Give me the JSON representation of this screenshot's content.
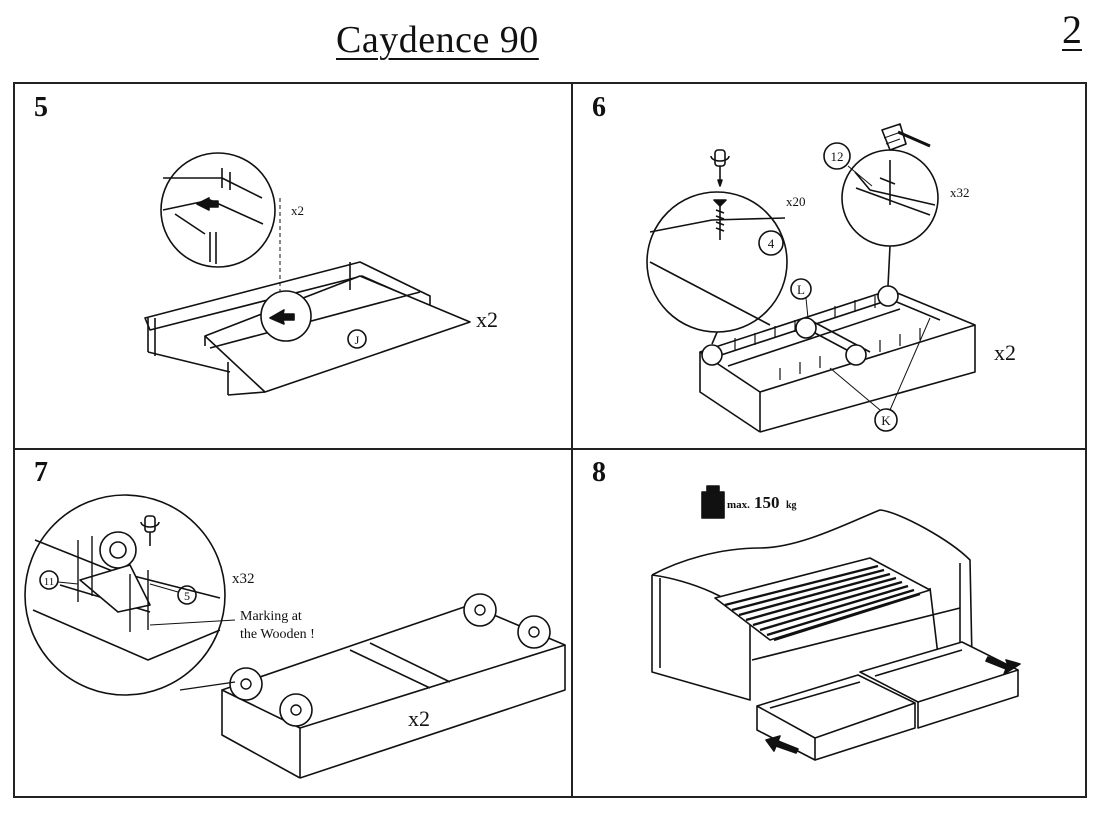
{
  "header": {
    "title": "Caydence 90",
    "page_number": "2"
  },
  "steps": [
    {
      "number": "5",
      "labels": {
        "count_small": "x2",
        "count_large": "x2",
        "part": "J"
      }
    },
    {
      "number": "6",
      "labels": {
        "screw_count": "x20",
        "nail_count": "x32",
        "screw_part": "4",
        "nail_part": "12",
        "part_l": "L",
        "part_k": "K",
        "count_large": "x2"
      }
    },
    {
      "number": "7",
      "labels": {
        "part_11": "11",
        "part_5": "5",
        "count_small": "x32",
        "note_line1": "Marking at",
        "note_line2": "the Wooden !",
        "count_large": "x2"
      }
    },
    {
      "number": "8",
      "labels": {
        "max_prefix": "max.",
        "max_value": "150",
        "max_unit": "kg"
      }
    }
  ],
  "icons": [
    "screwdriver-icon",
    "hammer-icon",
    "weight-icon",
    "arrow-icon"
  ]
}
